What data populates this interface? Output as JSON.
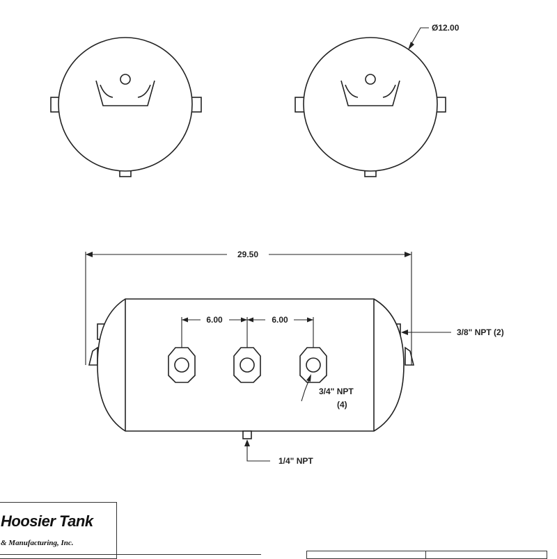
{
  "dimensions": {
    "diameter": "Ø12.00",
    "overall_length": "29.50",
    "port_spacing_left": "6.00",
    "port_spacing_right": "6.00"
  },
  "callouts": {
    "end_ports": "3/8\" NPT (2)",
    "side_ports_line1": "3/4\" NPT",
    "side_ports_line2": "(4)",
    "drain_port": "1/4\" NPT"
  },
  "logo": {
    "name": "Hoosier Tank",
    "subtitle": "& Manufacturing, Inc."
  }
}
